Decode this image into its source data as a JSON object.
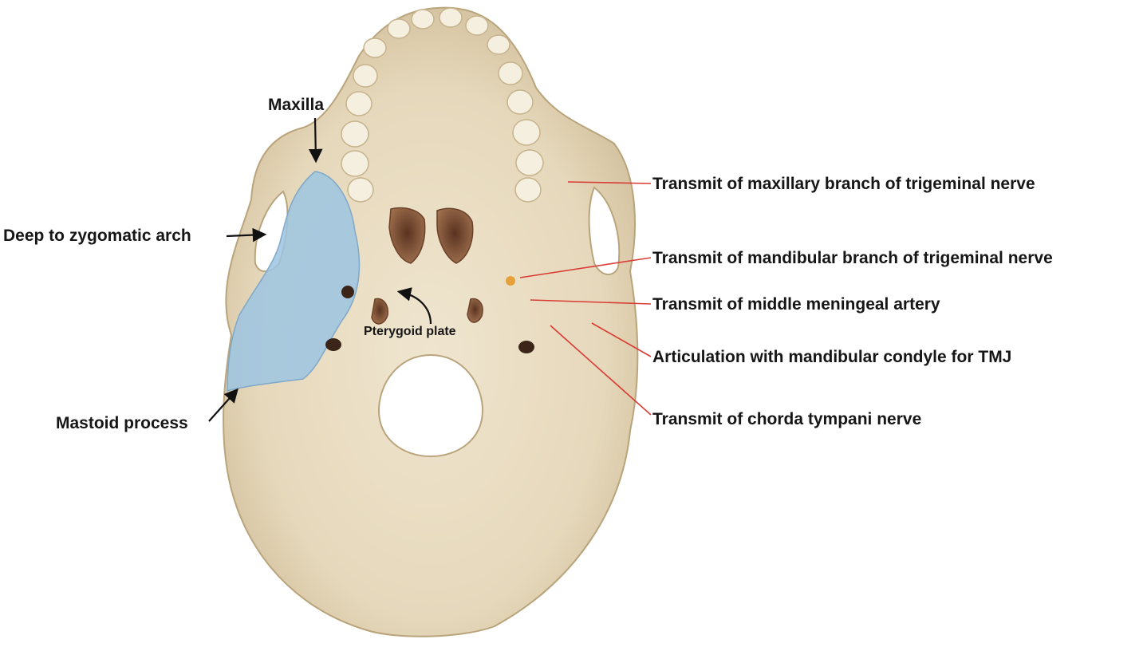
{
  "diagram": {
    "left_labels": {
      "maxilla": "Maxilla",
      "zygomatic": "Deep to zygomatic arch",
      "mastoid": "Mastoid process",
      "pterygoid": "Pterygoid plate"
    },
    "right_labels": [
      "Transmit of maxillary branch of trigeminal nerve",
      "Transmit of mandibular branch of trigeminal nerve",
      "Transmit of middle meningeal artery",
      "Articulation with mandibular condyle for TMJ",
      "Transmit of chorda tympani nerve"
    ]
  },
  "colors": {
    "bone": "#e8dcc2",
    "bone_shadow": "#cdbb98",
    "cavity": "#7a4d34",
    "temporal_highlight": "#9cc4e2",
    "leader_line": "#d93c34",
    "arrow": "#111111"
  }
}
